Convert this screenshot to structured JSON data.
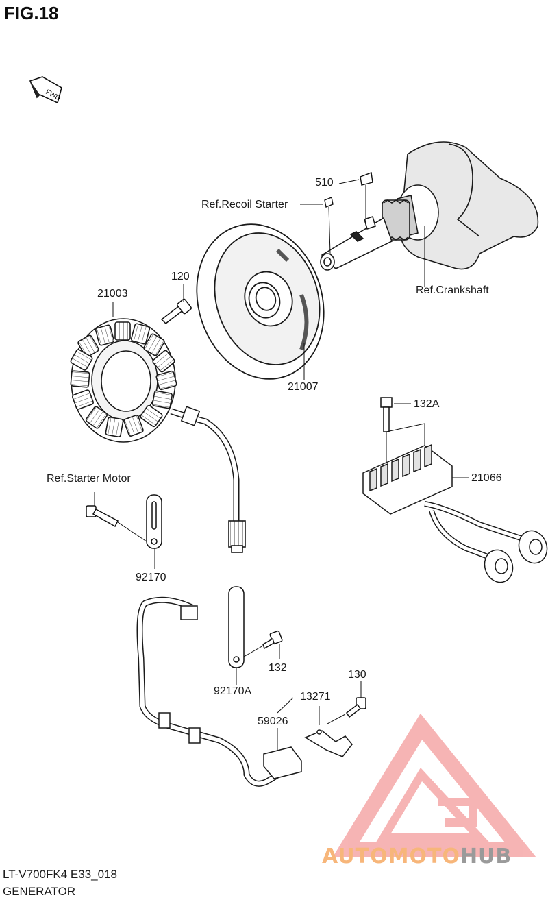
{
  "figure": {
    "title": "FIG.18",
    "direction_marker": "FWD",
    "code": "LT-V700FK4 E33_018",
    "subtitle": "GENERATOR"
  },
  "callouts": {
    "part_510": "510",
    "ref_recoil_starter": "Ref.Recoil Starter",
    "ref_crankshaft": "Ref.Crankshaft",
    "part_120": "120",
    "part_21003": "21003",
    "part_21007": "21007",
    "part_132a": "132A",
    "part_21066": "21066",
    "ref_starter_motor": "Ref.Starter Motor",
    "part_92170": "92170",
    "part_132": "132",
    "part_92170a": "92170A",
    "part_130": "130",
    "part_13271": "13271",
    "part_59026": "59026"
  },
  "watermark": {
    "part1": "AUTOMOTO",
    "part2": "HUB",
    "colors": {
      "logo": "#f5a0a0",
      "text_accent": "#f7b67a",
      "text_gray": "#9a9a9a"
    }
  },
  "colors": {
    "line": "#1a1a1a",
    "fill_gray": "#d9d9d9",
    "fill_dark": "#9c9c9c"
  }
}
